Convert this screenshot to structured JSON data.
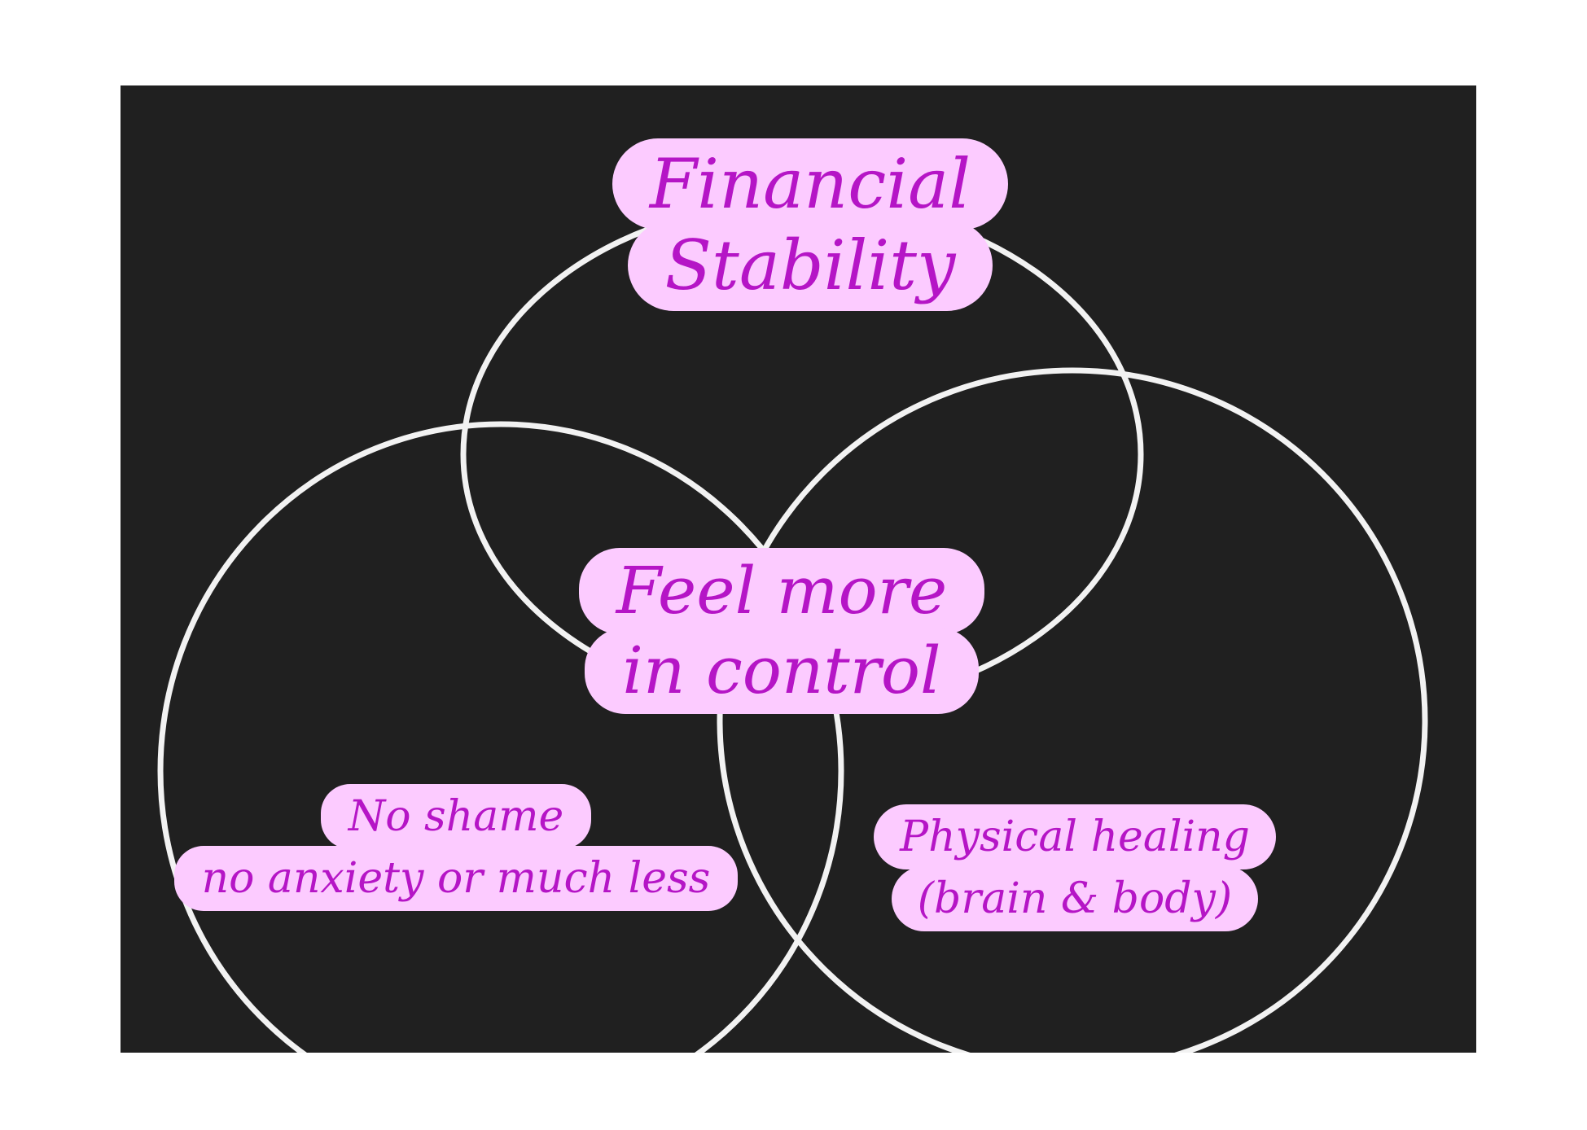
{
  "diagram": {
    "type": "venn",
    "labels": {
      "top": {
        "line1": "Financial",
        "line2": "Stability"
      },
      "center": {
        "line1": "Feel more",
        "line2": "in control"
      },
      "left": {
        "line1": "No shame",
        "line2": "no anxiety or much less"
      },
      "right": {
        "line1": "Physical healing",
        "line2": "(brain & body)"
      }
    }
  },
  "colors": {
    "background": "#202020",
    "circle_stroke": "#f2f2f2",
    "label_fill": "#fccbff",
    "label_text": "#b515c6",
    "page": "#ffffff"
  }
}
